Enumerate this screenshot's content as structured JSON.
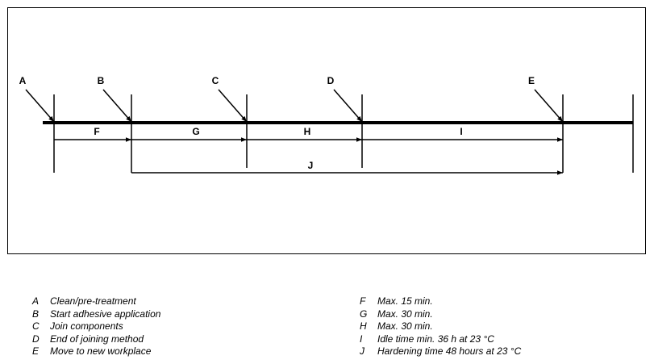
{
  "diagram": {
    "points": [
      {
        "key": "A"
      },
      {
        "key": "B"
      },
      {
        "key": "C"
      },
      {
        "key": "D"
      },
      {
        "key": "E"
      }
    ],
    "intervals": [
      {
        "key": "F"
      },
      {
        "key": "G"
      },
      {
        "key": "H"
      },
      {
        "key": "I"
      },
      {
        "key": "J"
      }
    ]
  },
  "legend": {
    "left": [
      {
        "key": "A",
        "text": "Clean/pre-treatment"
      },
      {
        "key": "B",
        "text": "Start adhesive application"
      },
      {
        "key": "C",
        "text": "Join components"
      },
      {
        "key": "D",
        "text": "End of joining method"
      },
      {
        "key": "E",
        "text": "Move to new workplace"
      }
    ],
    "right": [
      {
        "key": "F",
        "text": "Max. 15 min."
      },
      {
        "key": "G",
        "text": "Max. 30 min."
      },
      {
        "key": "H",
        "text": "Max. 30 min."
      },
      {
        "key": "I",
        "text": "Idle time min. 36 h at 23 °C"
      },
      {
        "key": "J",
        "text": "Hardening time 48 hours at 23 °C"
      }
    ]
  }
}
